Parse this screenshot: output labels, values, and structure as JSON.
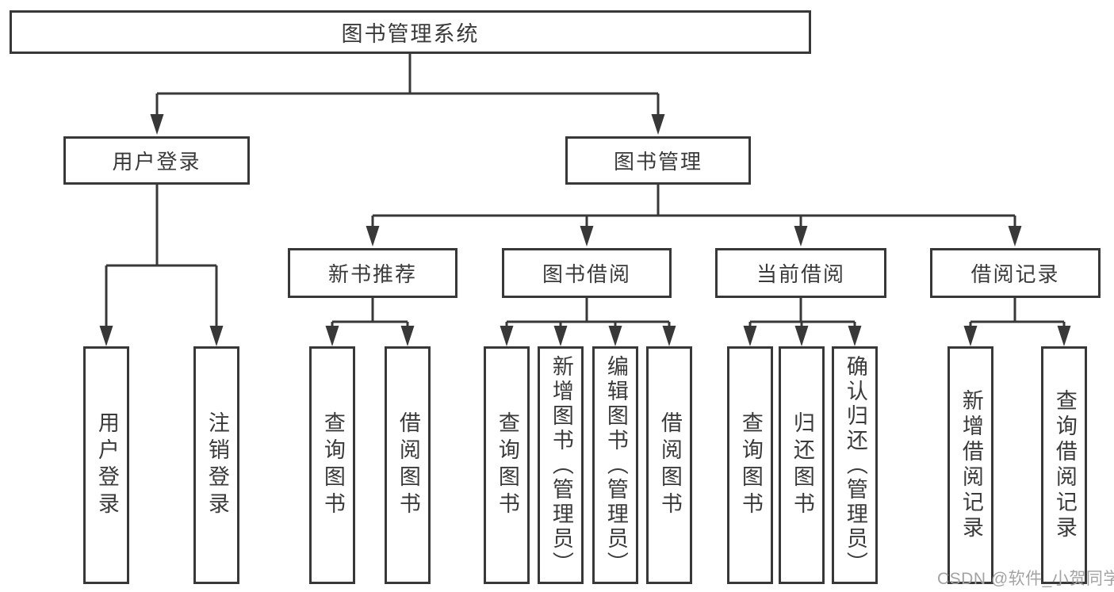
{
  "diagram": {
    "root": {
      "label": "图书管理系统"
    },
    "level2": [
      {
        "label": "用户登录"
      },
      {
        "label": "图书管理"
      }
    ],
    "level3": [
      {
        "label": "新书推荐"
      },
      {
        "label": "图书借阅"
      },
      {
        "label": "当前借阅"
      },
      {
        "label": "借阅记录"
      }
    ],
    "leaves": [
      {
        "label": "用户登录"
      },
      {
        "label": "注销登录"
      },
      {
        "label": "查询图书"
      },
      {
        "label": "借阅图书"
      },
      {
        "label": "查询图书"
      },
      {
        "label": "新增图书（管理员）"
      },
      {
        "label": "编辑图书（管理员）"
      },
      {
        "label": "借阅图书"
      },
      {
        "label": "查询图书"
      },
      {
        "label": "归还图书"
      },
      {
        "label": "确认归还（管理员）"
      },
      {
        "label": "新增借阅记录"
      },
      {
        "label": "查询借阅记录"
      }
    ],
    "watermark": "CSDN @软件_小贺同学",
    "colors": {
      "line": "#383838",
      "text": "#3a3a3a",
      "watermark": "#a3a3a3",
      "background": "#ffffff"
    }
  }
}
